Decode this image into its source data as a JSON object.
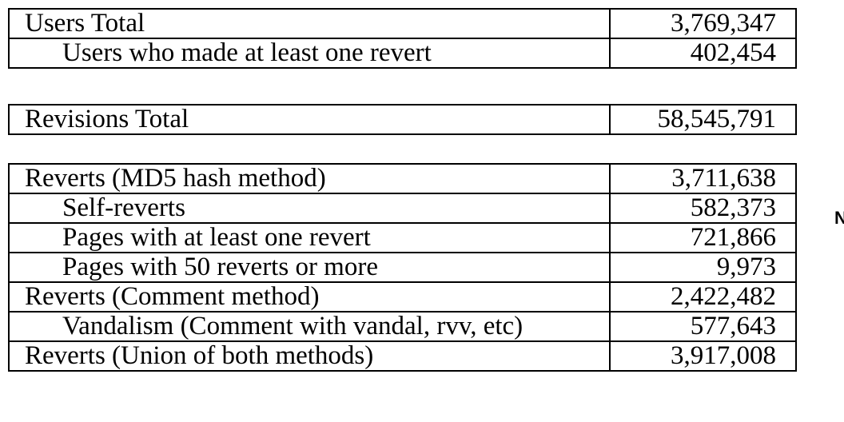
{
  "tables": [
    {
      "rows": [
        {
          "label": "Users Total",
          "value": "3,769,347",
          "indent": false
        },
        {
          "label": "Users who made at least one revert",
          "value": "402,454",
          "indent": true
        }
      ]
    },
    {
      "rows": [
        {
          "label": "Revisions Total",
          "value": "58,545,791",
          "indent": false
        }
      ]
    },
    {
      "rows": [
        {
          "label": "Reverts (MD5 hash method)",
          "value": "3,711,638",
          "indent": false
        },
        {
          "label": "Self-reverts",
          "value": "582,373",
          "indent": true
        },
        {
          "label": "Pages with at least one revert",
          "value": "721,866",
          "indent": true
        },
        {
          "label": "Pages with 50 reverts or more",
          "value": "9,973",
          "indent": true
        },
        {
          "label": "Reverts (Comment method)",
          "value": "2,422,482",
          "indent": false
        },
        {
          "label": "Vandalism (Comment with vandal, rvv, etc)",
          "value": "577,643",
          "indent": true
        },
        {
          "label": "Reverts (Union of both methods)",
          "value": "3,917,008",
          "indent": false
        }
      ]
    }
  ],
  "edge_glyph": "N"
}
